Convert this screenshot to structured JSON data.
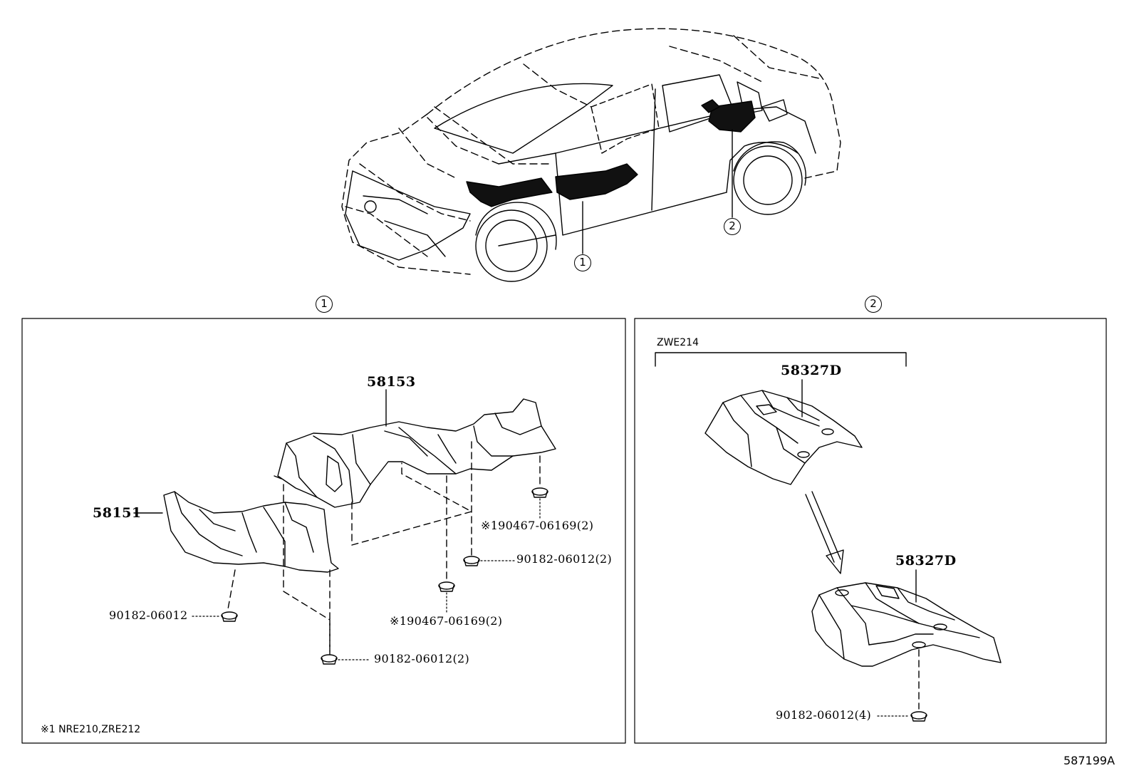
{
  "overview": {
    "callout_1": "1",
    "callout_2": "2"
  },
  "panel_1": {
    "heading": "1",
    "parts": {
      "p58153": "58153",
      "p58151": "58151",
      "bolt_a": "※190467-06169(2)",
      "nut_a": "90182-06012(2)",
      "nut_b": "90182-06012",
      "bolt_b": "※190467-06169(2)",
      "nut_c": "90182-06012(2)"
    },
    "footnote": "※1 NRE210,ZRE212"
  },
  "panel_2": {
    "heading": "2",
    "variant": "ZWE214",
    "parts": {
      "upper": "58327D",
      "lower": "58327D",
      "nut": "90182-06012(4)"
    }
  },
  "figure_id": "587199A",
  "icons": [
    "car-overview-icon",
    "heat-insulator-icon",
    "clip-nut-icon",
    "arrow-down-icon"
  ]
}
